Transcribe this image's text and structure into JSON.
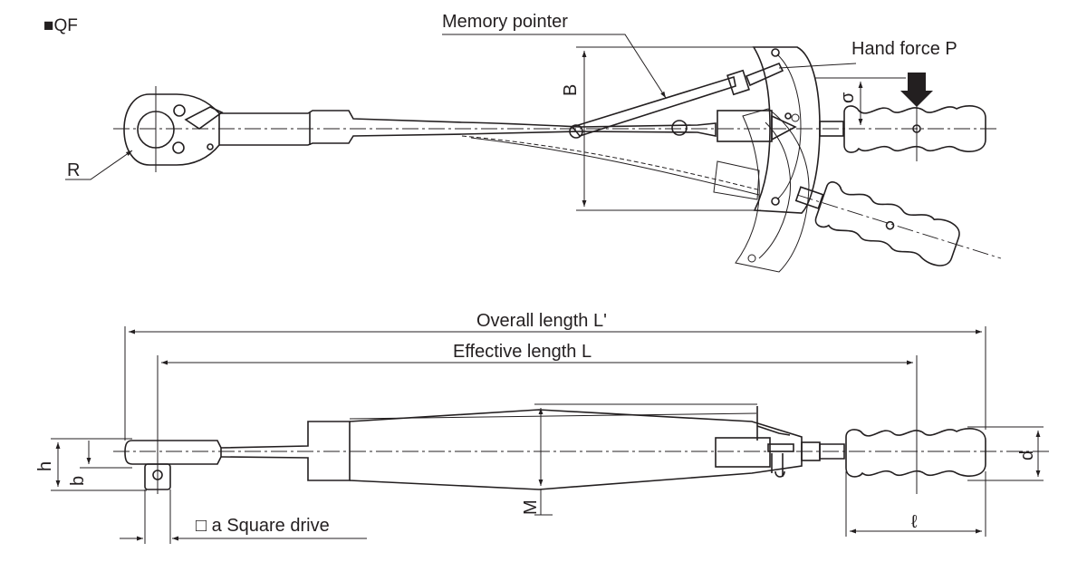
{
  "model": "■QF",
  "labels": {
    "memory_pointer": "Memory pointer",
    "hand_force": "Hand force P",
    "radius": "R",
    "dim_b_top": "B",
    "dim_sigma": "σ",
    "overall_length": "Overall length L'",
    "effective_length": "Effective length L",
    "dim_h": "h",
    "dim_b": "b",
    "dim_m": "M",
    "dim_d": "d",
    "dim_l": "ℓ",
    "square_drive": "□ a Square drive"
  }
}
